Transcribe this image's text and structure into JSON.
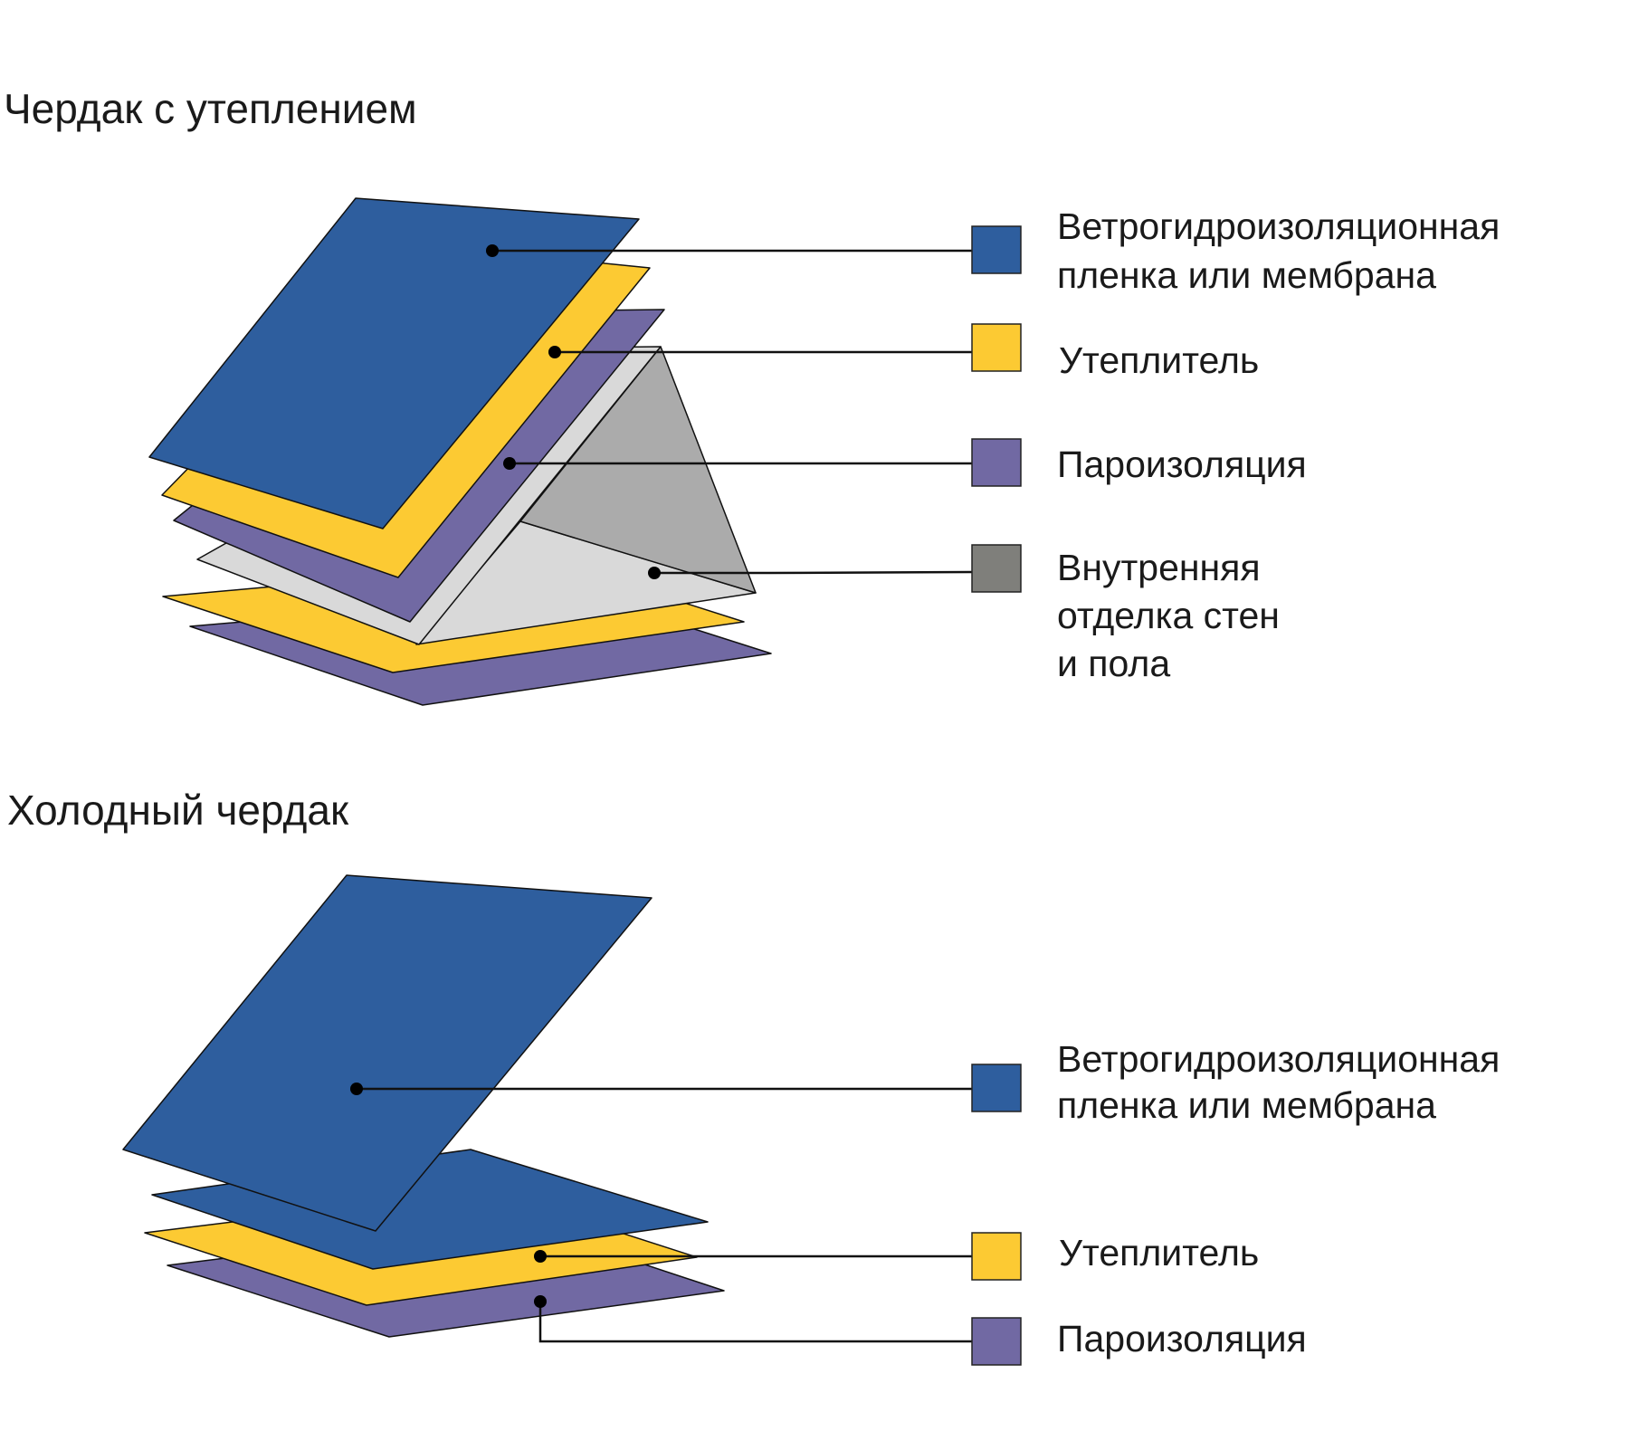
{
  "colors": {
    "membrane": "#2E5E9E",
    "insulation": "#FCCA33",
    "vapor_barrier": "#7169A3",
    "interior_light": "#D9D9D9",
    "interior_dark": "#ABABAB",
    "interior_swatch": "#7F7F7B"
  },
  "insulated_attic": {
    "title": "Чердак с утеплением",
    "legend": [
      {
        "key": "membrane",
        "lines": [
          "Ветрогидроизоляционная",
          "пленка или мембрана"
        ]
      },
      {
        "key": "insulation",
        "lines": [
          "Утеплитель"
        ]
      },
      {
        "key": "vapor_barrier",
        "lines": [
          "Пароизоляция"
        ]
      },
      {
        "key": "interior",
        "lines": [
          "Внутренняя",
          "отделка стен",
          "и пола"
        ]
      }
    ]
  },
  "cold_attic": {
    "title": "Холодный чердак",
    "legend": [
      {
        "key": "membrane",
        "lines": [
          "Ветрогидроизоляционная",
          "пленка или мембрана"
        ]
      },
      {
        "key": "insulation",
        "lines": [
          "Утеплитель"
        ]
      },
      {
        "key": "vapor_barrier",
        "lines": [
          "Пароизоляция"
        ]
      }
    ]
  }
}
